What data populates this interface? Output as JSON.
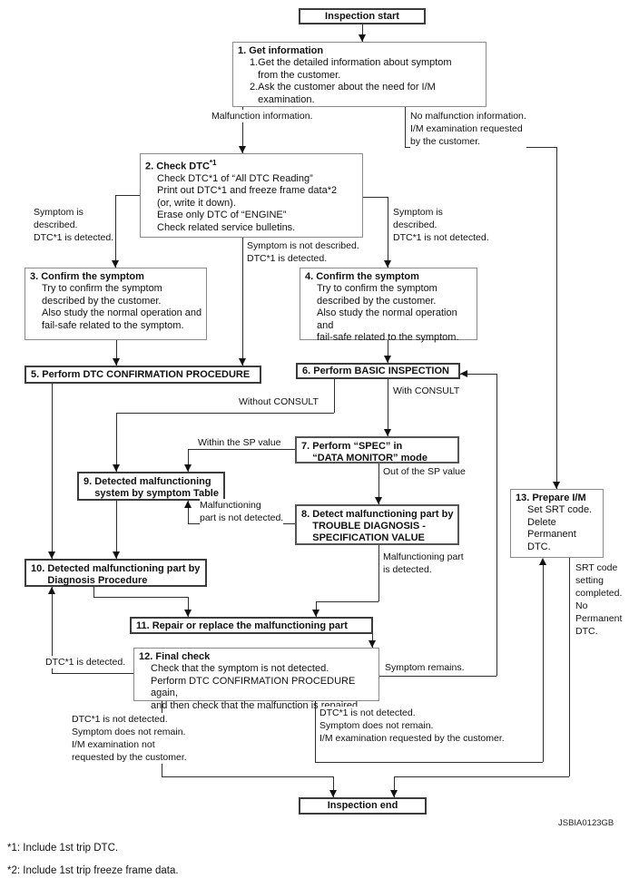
{
  "diagram": {
    "figure_id": "JSBIA0123GB",
    "footnotes": [
      "*1: Include 1st trip DTC.",
      "*2: Include 1st trip freeze frame data."
    ],
    "nodes": {
      "start": {
        "title": "Inspection start"
      },
      "n1": {
        "title": "1. Get information",
        "body": [
          "1.Get the detailed information about symptom",
          "   from the customer.",
          "2.Ask the customer about the need for I/M",
          "   examination."
        ]
      },
      "n2": {
        "title": "2. Check DTC",
        "title_sup": "*1",
        "body": [
          "Check DTC*1 of “All DTC Reading”",
          "Print out DTC*1 and freeze frame data*2",
          "(or, write it down).",
          "Erase only DTC of “ENGINE”",
          "Check related service bulletins."
        ]
      },
      "n3": {
        "title": "3. Confirm the symptom",
        "body": [
          "Try to confirm the symptom",
          "described by the customer.",
          "Also study the normal operation and",
          "fail-safe related to the symptom."
        ]
      },
      "n4": {
        "title": "4. Confirm the symptom",
        "body": [
          "Try to confirm the symptom",
          "described by the customer.",
          "Also study the normal operation and",
          "fail-safe related to the symptom."
        ]
      },
      "n5": {
        "title": "5. Perform DTC CONFIRMATION PROCEDURE"
      },
      "n6": {
        "title": "6. Perform BASIC INSPECTION"
      },
      "n7": {
        "title": "7. Perform “SPEC” in\n    “DATA MONITOR” mode"
      },
      "n8": {
        "title": "8. Detect malfunctioning part by\n    TROUBLE DIAGNOSIS -\n    SPECIFICATION VALUE"
      },
      "n9": {
        "title": "9. Detected malfunctioning\n    system by symptom Table"
      },
      "n10": {
        "title": "10. Detected malfunctioning part by\n      Diagnosis Procedure"
      },
      "n11": {
        "title": "11. Repair or replace the malfunctioning part"
      },
      "n12": {
        "title": "12. Final check",
        "body": [
          "Check that the symptom is not detected.",
          "Perform DTC CONFIRMATION PROCEDURE again,",
          "and then check that the malfunction is repaired."
        ]
      },
      "n13": {
        "title": "13. Prepare I/M",
        "body": [
          "Set SRT code.",
          "Delete",
          "Permanent",
          "DTC."
        ]
      },
      "end": {
        "title": "Inspection end"
      }
    },
    "labels": {
      "malfunction_info": "Malfunction information.",
      "no_malfunction": "No malfunction information.\nI/M examination requested\nby the customer.",
      "sym_desc_dtc": "Symptom is\ndescribed.\nDTC*1 is detected.",
      "sym_desc_nodtc": "Symptom is\ndescribed.\nDTC*1 is not detected.",
      "sym_not_desc": "Symptom is not described.\nDTC*1 is detected.",
      "without_consult": "Without CONSULT",
      "with_consult": "With CONSULT",
      "within_sp": "Within the SP value",
      "out_sp": "Out of the SP value",
      "malf_not_detected": "Malfunctioning\npart is not detected.",
      "malf_detected": "Malfunctioning part\nis detected.",
      "dtc_detected": "DTC*1 is detected.",
      "symptom_remains": "Symptom remains.",
      "srt_code": "SRT code\nsetting\ncompleted.\nNo\nPermanent\nDTC.",
      "left_end": "DTC*1 is not detected.\nSymptom does not remain.\nI/M examination not\nrequested by the customer.",
      "right_end": "DTC*1 is not detected.\nSymptom does not remain.\nI/M examination requested by the customer."
    }
  }
}
